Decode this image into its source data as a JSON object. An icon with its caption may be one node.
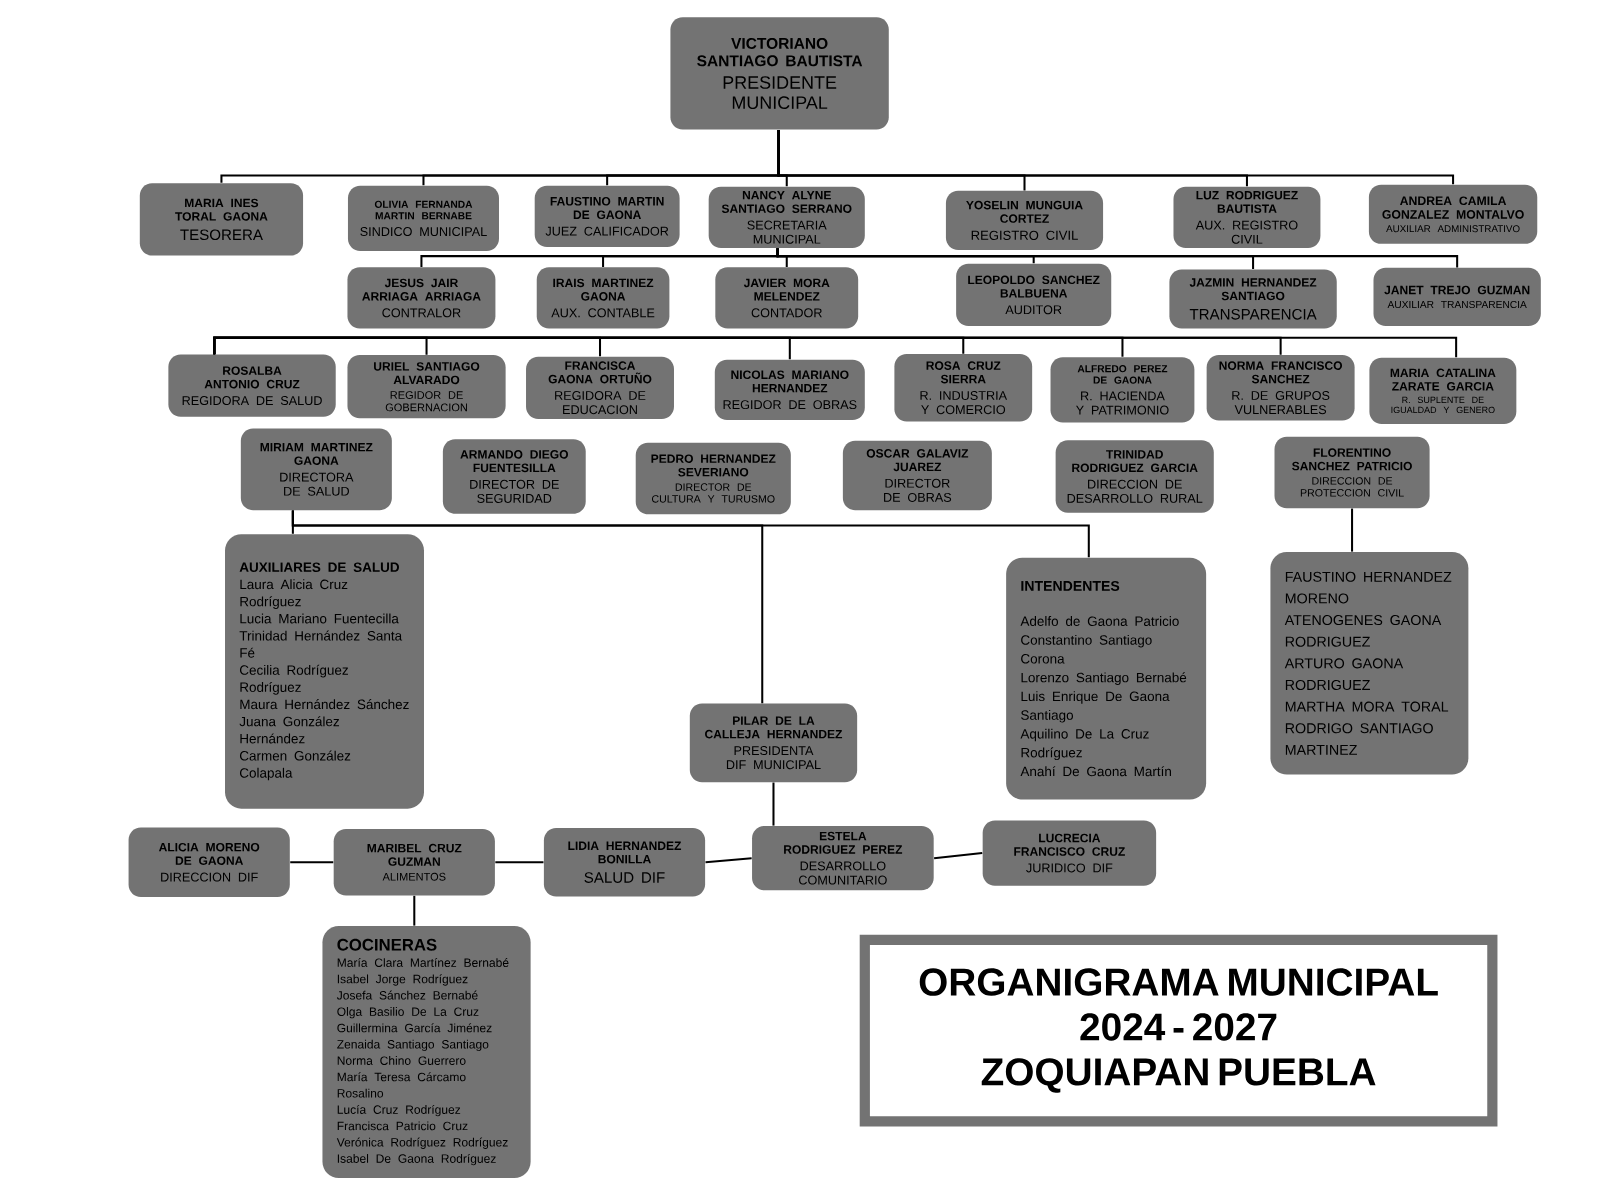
{
  "diagram": {
    "nodes": [
      {
        "text": [
          "VICTORIANO SANTIAGO BAUTISTA",
          "PRESIDENTE MUNICIPAL"
        ]
      },
      {
        "text": [
          "MARIA INES TORAL GAONA",
          "TESORERA"
        ]
      },
      {
        "text": [
          "OLIVIA FERNANDA MARTIN BERNABE",
          "SINDICO MUNICIPAL"
        ]
      },
      {
        "text": [
          "FAUSTINO MARTIN DE GAONA",
          "JUEZ CALIFICADOR"
        ]
      },
      {
        "text": [
          "NANCY ALYNE SANTIAGO SERRANO",
          "SECRETARIA MUNICIPAL"
        ]
      },
      {
        "text": [
          "YOSELIN MUNGUIA CORTEZ",
          "REGISTRO CIVIL"
        ]
      },
      {
        "text": [
          "LUZ RODRIGUEZ BAUTISTA",
          "AUX. REGISTRO CIVIL"
        ]
      },
      {
        "text": [
          "ANDREA CAMILA GONZALEZ MONTALVO",
          "AUXILIAR ADMINISTRATIVO"
        ]
      },
      {
        "text": [
          "JESUS JAIR ARRIAGA ARRIAGA",
          "CONTRALOR"
        ]
      },
      {
        "text": [
          "IRAIS MARTINEZ GAONA",
          "AUX. CONTABLE"
        ]
      },
      {
        "text": [
          "JAVIER MORA MELENDEZ",
          "CONTADOR"
        ]
      },
      {
        "text": [
          "LEOPOLDO SANCHEZ BALBUENA",
          "AUDITOR"
        ]
      },
      {
        "text": [
          "JAZMIN HERNANDEZ SANTIAGO",
          "TRANSPARENCIA"
        ]
      },
      {
        "text": [
          "JANET TREJO GUZMAN",
          "AUXILIAR TRANSPARENCIA"
        ]
      },
      {
        "text": [
          "ROSALBA ANTONIO CRUZ",
          "REGIDORA DE SALUD"
        ]
      },
      {
        "text": [
          "URIEL SANTIAGO ALVARADO",
          "REGIDOR DE GOBERNACION"
        ]
      },
      {
        "text": [
          "FRANCISCA GAONA ORTUÑO",
          "REGIDORA DE EDUCACION"
        ]
      },
      {
        "text": [
          "NICOLAS MARIANO HERNANDEZ",
          "REGIDOR DE OBRAS"
        ]
      },
      {
        "text": [
          "ROSA CRUZ SIERRA",
          "R. INDUSTRIA Y COMERCIO"
        ]
      },
      {
        "text": [
          "ALFREDO PEREZ DE GAONA",
          "R. HACIENDA Y PATRIMONIO"
        ]
      },
      {
        "text": [
          "NORMA FRANCISCO SANCHEZ",
          "R. DE GRUPOS VULNERABLES"
        ]
      },
      {
        "text": [
          "MARIA CATALINA ZARATE GARCIA",
          "R. SUPLENTE DE IGUALDAD Y GENERO"
        ]
      },
      {
        "text": [
          "MIRIAM MARTINEZ GAONA",
          "DIRECTORA DE SALUD"
        ]
      },
      {
        "text": [
          "ARMANDO DIEGO FUENTESILLA",
          "DIRECTOR DE SEGURIDAD"
        ]
      },
      {
        "text": [
          "PEDRO HERNANDEZ SEVERIANO",
          "DIRECTOR DE CULTURA Y TURUSMO"
        ]
      },
      {
        "text": [
          "OSCAR GALAVIZ JUAREZ",
          "DIRECTOR DE OBRAS"
        ]
      },
      {
        "text": [
          "TRINIDAD RODRIGUEZ GARCIA",
          "DIRECCION DE DESARROLLO RURAL"
        ]
      },
      {
        "text": [
          "FLORENTINO SANCHEZ PATRICIO",
          "DIRECCION DE PROTECCION CIVIL"
        ]
      },
      {
        "text": [
          "AUXILIARES DE SALUD",
          "Laura Alicia Cruz Rodríguez",
          "Lucia Mariano Fuentecilla",
          "Trinidad Hernández Santa Fé",
          "Cecilia Rodríguez Rodríguez",
          "Maura Hernández Sánchez",
          "Juana González Hernández",
          "Carmen González Colapala"
        ]
      },
      {
        "text": [
          "INTENDENTES",
          "Adelfo de Gaona Patricio",
          "Constantino Santiago Corona",
          "Lorenzo Santiago Bernabé",
          "Luis Enrique De Gaona Santiago",
          "Aquilino De La Cruz Rodríguez",
          "Anahí De Gaona Martín"
        ]
      },
      {
        "text": [
          "FAUSTINO HERNANDEZ MORENO",
          "ATENOGENES GAONA RODRIGUEZ",
          "ARTURO GAONA RODRIGUEZ",
          "MARTHA MORA TORAL",
          "RODRIGO SANTIAGO MARTINEZ"
        ]
      },
      {
        "text": [
          "PILAR DE LA CALLEJA HERNANDEZ",
          "PRESIDENTA DIF MUNICIPAL"
        ]
      },
      {
        "text": [
          "ALICIA MORENO DE GAONA",
          "DIRECCION DIF"
        ]
      },
      {
        "text": [
          "MARIBEL CRUZ GUZMAN",
          "ALIMENTOS"
        ]
      },
      {
        "text": [
          "LIDIA HERNANDEZ BONILLA",
          "SALUD DIF"
        ]
      },
      {
        "text": [
          "ESTELA RODRIGUEZ PEREZ",
          "DESARROLLO COMUNITARIO"
        ]
      },
      {
        "text": [
          "LUCRECIA FRANCISCO CRUZ",
          "JURIDICO DIF"
        ]
      },
      {
        "text": [
          "COCINERAS",
          "María Clara Martínez Bernabé",
          "Isabel Jorge Rodríguez",
          "Josefa Sánchez Bernabé",
          "Olga Basilio De La Cruz",
          "Guillermina García Jiménez",
          "Zenaida Santiago Santiago",
          "Norma Chino Guerrero",
          "María Teresa Cárcamo Rosalino",
          "Lucía Cruz Rodríguez",
          "Francisca Patricio Cruz",
          "Verónica Rodríguez Rodríguez",
          "Isabel De Gaona Rodríguez"
        ]
      },
      {
        "text": [
          "ORGANIGRAMA MUNICIPAL",
          "2024 - 2027",
          "ZOQUIAPAN PUEBLA"
        ]
      }
    ],
    "edges": [
      {
        "from": 0,
        "to": 1,
        "arrow": "none"
      },
      {
        "from": 0,
        "to": 2,
        "arrow": "none"
      },
      {
        "from": 0,
        "to": 3,
        "arrow": "none"
      },
      {
        "from": 0,
        "to": 4,
        "arrow": "none"
      },
      {
        "from": 0,
        "to": 5,
        "arrow": "none"
      },
      {
        "from": 0,
        "to": 6,
        "arrow": "none"
      },
      {
        "from": 0,
        "to": 7,
        "arrow": "none"
      },
      {
        "from": 4,
        "to": 8,
        "arrow": "none"
      },
      {
        "from": 4,
        "to": 9,
        "arrow": "none"
      },
      {
        "from": 4,
        "to": 10,
        "arrow": "none"
      },
      {
        "from": 4,
        "to": 11,
        "arrow": "none"
      },
      {
        "from": 4,
        "to": 12,
        "arrow": "none"
      },
      {
        "from": 4,
        "to": 13,
        "arrow": "none"
      },
      {
        "from": 14,
        "to": 15,
        "arrow": "none"
      },
      {
        "from": 14,
        "to": 16,
        "arrow": "none"
      },
      {
        "from": 14,
        "to": 17,
        "arrow": "none"
      },
      {
        "from": 14,
        "to": 18,
        "arrow": "none"
      },
      {
        "from": 14,
        "to": 19,
        "arrow": "none"
      },
      {
        "from": 14,
        "to": 20,
        "arrow": "none"
      },
      {
        "from": 14,
        "to": 21,
        "arrow": "none"
      },
      {
        "from": 22,
        "to": 28,
        "arrow": "none"
      },
      {
        "from": 22,
        "to": 31,
        "arrow": "none"
      },
      {
        "from": 22,
        "to": 29,
        "arrow": "none"
      },
      {
        "from": 27,
        "to": 30,
        "arrow": "none"
      },
      {
        "from": 31,
        "to": 35,
        "arrow": "none"
      },
      {
        "from": 32,
        "to": 33,
        "arrow": "none"
      },
      {
        "from": 33,
        "to": 34,
        "arrow": "none"
      },
      {
        "from": 34,
        "to": 35,
        "arrow": "none"
      },
      {
        "from": 35,
        "to": 36,
        "arrow": "none"
      },
      {
        "from": 33,
        "to": 37,
        "arrow": "none"
      }
    ]
  }
}
